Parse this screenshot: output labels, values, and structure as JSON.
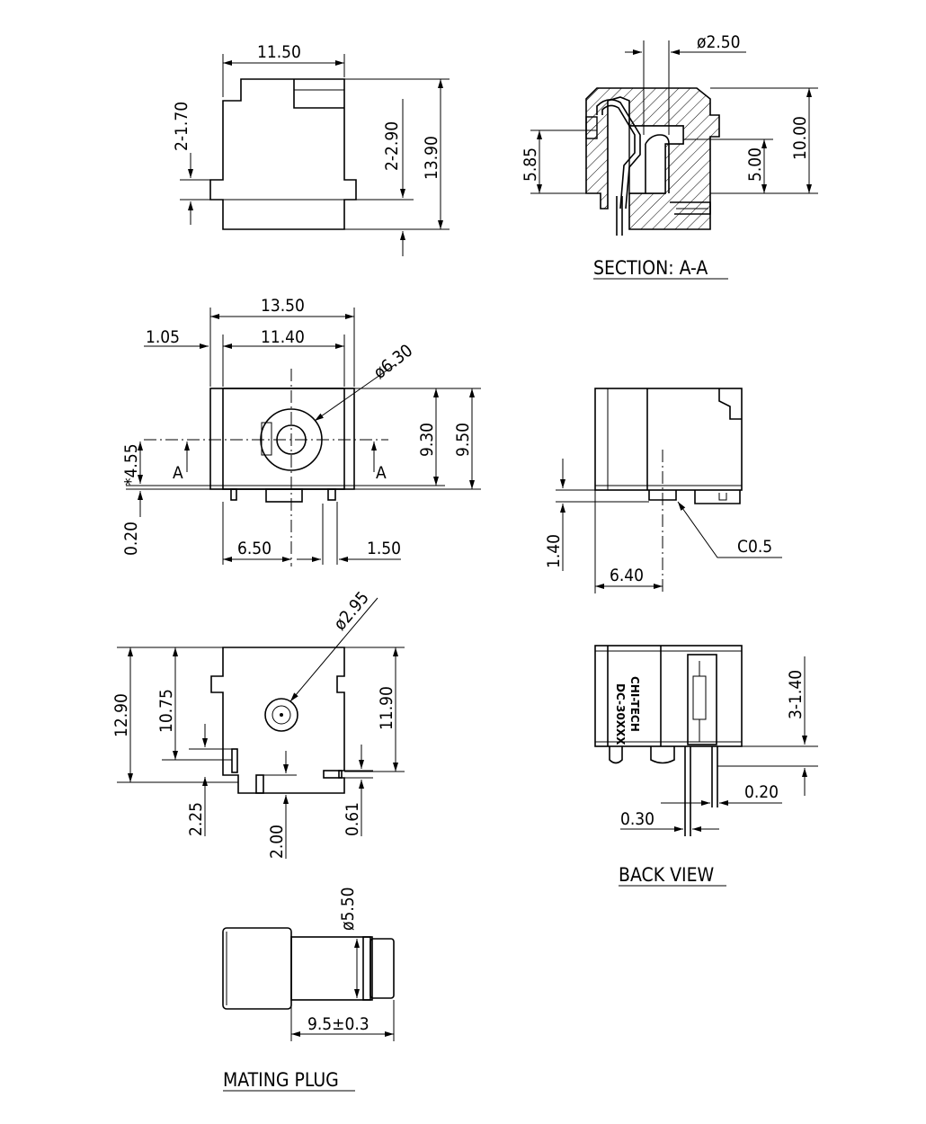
{
  "colors": {
    "ink": "#000000",
    "paper": "#ffffff"
  },
  "titles": {
    "section": "SECTION: A-A",
    "back_view": "BACK VIEW",
    "mating_plug": "MATING PLUG"
  },
  "markings": {
    "brand": "CHI-TECH",
    "model": "DC-30XXX",
    "section_mark": "A"
  },
  "side_view": {
    "width": "11.50",
    "notch_left": "2-1.70",
    "notch_right": "2-2.90",
    "height": "13.90"
  },
  "section_view": {
    "pin_dia": "ø2.50",
    "depth": "5.85",
    "inner": "5.00",
    "height": "10.00"
  },
  "front_view": {
    "overall_width": "13.50",
    "offset_left": "1.05",
    "inner_width": "11.40",
    "hole_dia": "ø6.30",
    "inner_height": "9.30",
    "outer_height": "9.50",
    "center_height": "*4.55",
    "base_gap": "0.20",
    "pin_left": "6.50",
    "pin_right": "1.50"
  },
  "right_view": {
    "pin_height": "1.40",
    "pin_pos": "6.40",
    "chamfer": "C0.5"
  },
  "bottom_view": {
    "pin_dia": "ø2.95",
    "overall": "12.90",
    "mid": "10.75",
    "inner": "11.90",
    "pad_left": "2.25",
    "pad_mid": "2.00",
    "pad_right": "0.61"
  },
  "back_view": {
    "pin_len": "3-1.40",
    "pin_thk": "0.20",
    "pin_gap": "0.30"
  },
  "plug": {
    "dia": "ø5.50",
    "length": "9.5±0.3"
  }
}
